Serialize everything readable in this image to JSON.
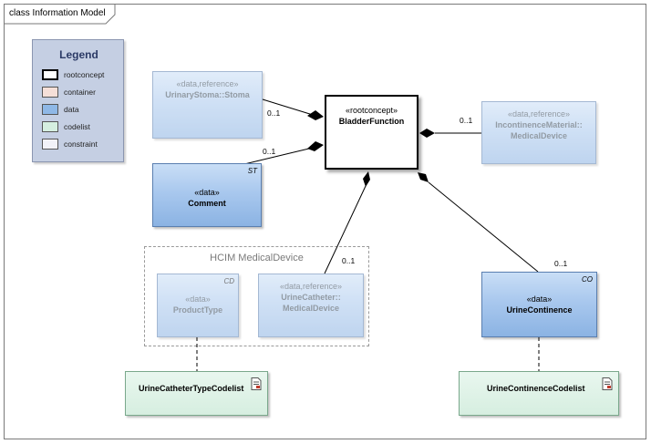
{
  "diagram": {
    "frame_title": "class Information Model",
    "package_title": "HCIM MedicalDevice"
  },
  "legend": {
    "title": "Legend",
    "items": [
      {
        "label": "rootconcept",
        "color": "#ffffff"
      },
      {
        "label": "container",
        "color": "#f5dfd8"
      },
      {
        "label": "data",
        "color": "#8fb8e6"
      },
      {
        "label": "codelist",
        "color": "#d5efe0"
      },
      {
        "label": "constraint",
        "color": "#f2f2f8"
      }
    ]
  },
  "classes": {
    "bladder_function": {
      "stereotype": "«rootconcept»",
      "name": "BladderFunction"
    },
    "urinary_stoma": {
      "stereotype": "«data,reference»",
      "name": "UrinaryStoma::Stoma"
    },
    "comment": {
      "stereotype": "«data»",
      "name": "Comment",
      "tag": "ST"
    },
    "incontinence_material": {
      "stereotype": "«data,reference»",
      "name_line1": "IncontinenceMaterial::",
      "name_line2": "MedicalDevice"
    },
    "product_type": {
      "stereotype": "«data»",
      "name": "ProductType",
      "tag": "CD"
    },
    "urine_catheter": {
      "stereotype": "«data,reference»",
      "name_line1": "UrineCatheter::",
      "name_line2": "MedicalDevice"
    },
    "urine_continence": {
      "stereotype": "«data»",
      "name": "UrineContinence",
      "tag": "CO"
    }
  },
  "codelists": {
    "urine_catheter_type": "UrineCatheterTypeCodelist",
    "urine_continence": "UrineContinenceCodelist"
  },
  "multiplicities": {
    "stoma": "0..1",
    "comment": "0..1",
    "incontinence": "0..1",
    "catheter": "0..1",
    "continence": "0..1"
  }
}
